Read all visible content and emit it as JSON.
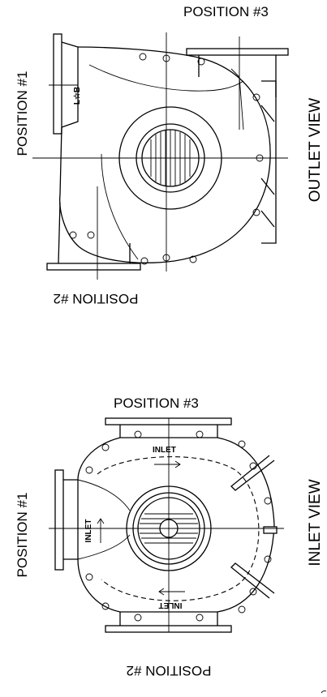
{
  "outlet_view": {
    "view_label": "OUTLET VIEW",
    "pos1": "POSITION #1",
    "pos2": "POSITION #2",
    "pos3": "POSITION #3",
    "mark": "L☆B"
  },
  "inlet_view": {
    "view_label": "INLET VIEW",
    "pos1": "POSITION #1",
    "pos2": "POSITION #2",
    "pos3": "POSITION #3",
    "inlet_top": "INLET",
    "inlet_left": "INLET",
    "inlet_bottom": "INLET"
  }
}
